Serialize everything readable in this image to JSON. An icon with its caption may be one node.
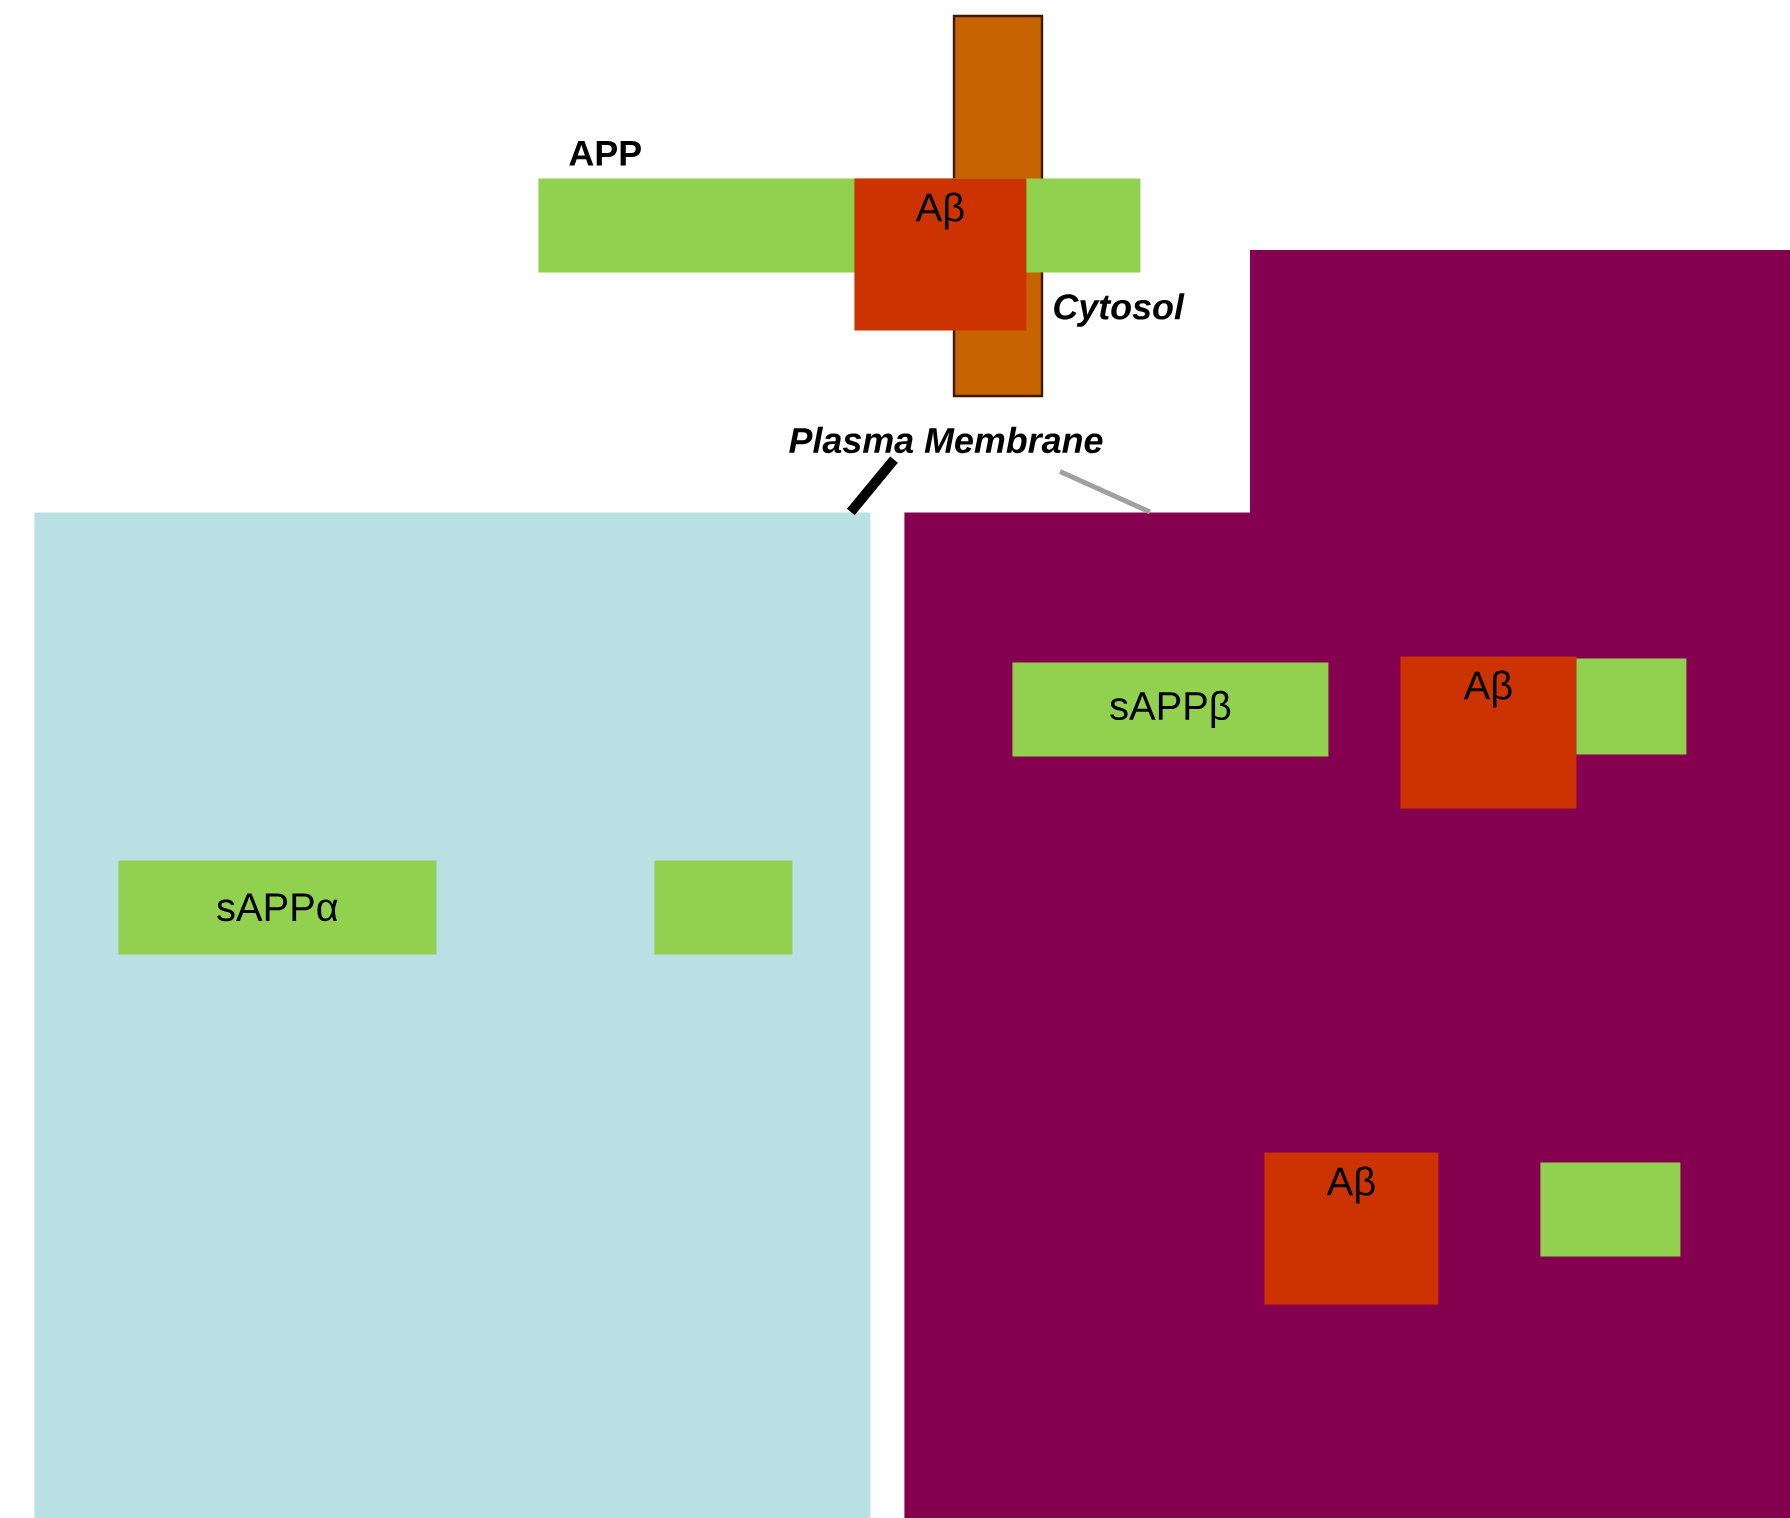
{
  "diagram": {
    "nodes": [
      {
        "text": [
          "APP"
        ]
      },
      {
        "text": [
          "Aβ"
        ]
      },
      {
        "text": [
          "Plasma Membrane"
        ]
      },
      {
        "text": [],
        "shape": "box"
      },
      {
        "text": [
          "sAPPα"
        ],
        "in": 3
      },
      {
        "text": [],
        "shape": "box",
        "in": 3
      },
      {
        "text": [],
        "shape": "box"
      },
      {
        "text": [
          "sAPPβ"
        ],
        "in": 6
      },
      {
        "text": [
          "Aβ"
        ],
        "in": 6
      },
      {
        "text": [],
        "shape": "box",
        "in": 6
      },
      {
        "text": [
          "Aβ"
        ],
        "in": 6
      },
      {
        "text": [],
        "shape": "box",
        "in": 6
      }
    ],
    "edges": [
      {
        "from": 2,
        "to": 3,
        "arrow": "none",
        "style": "thick"
      },
      {
        "from": 2,
        "to": 6,
        "arrow": "none",
        "color": "#a0a0a0"
      }
    ],
    "labels": [
      "Cytosol"
    ]
  }
}
